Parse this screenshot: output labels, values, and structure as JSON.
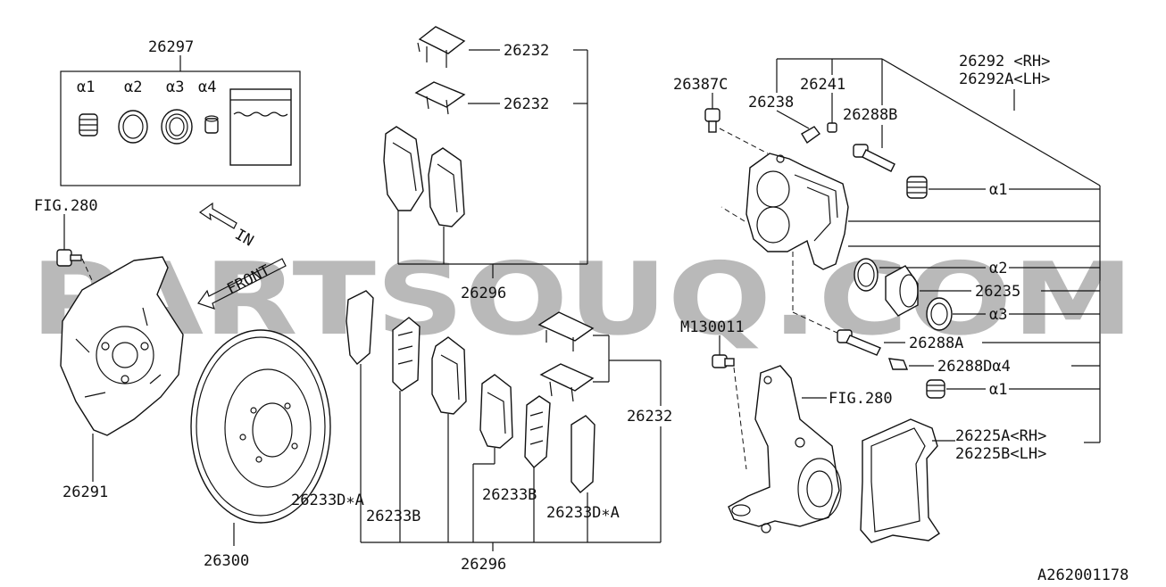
{
  "watermark": "PARTSOUQ.COM",
  "figure_id": "A262001178",
  "kit": {
    "number": "26297",
    "items": [
      "α1",
      "α2",
      "α3",
      "α4"
    ]
  },
  "labels": {
    "fig280_top": "FIG.280",
    "arrow_in": "IN",
    "arrow_front": "FRONT",
    "shield": "26291",
    "rotor": "26300",
    "clip_1": "26232",
    "clip_2": "26232",
    "pad_set_top": "26296",
    "clip_3": "26232",
    "pad_set_bottom": "26296",
    "shim_d_a_1": "26233D∗A",
    "shim_b_1": "26233B",
    "shim_b_2": "26233B",
    "shim_d_a_2": "26233D∗A",
    "bleeder_cap": "26387C",
    "bleeder": "26238",
    "cap": "26241",
    "pin_b": "26288B",
    "caliper_rh": "26292 <RH>",
    "caliper_lh": "26292A<LH>",
    "alpha1_a": "α1",
    "alpha2": "α2",
    "piston": "26235",
    "alpha3": "α3",
    "pin_a": "26288A",
    "bolt": "M130011",
    "boot_d": "26288Dα4",
    "alpha1_b": "α1",
    "fig280_knuckle": "FIG.280",
    "support_rh": "26225A<RH>",
    "support_lh": "26225B<LH>"
  }
}
